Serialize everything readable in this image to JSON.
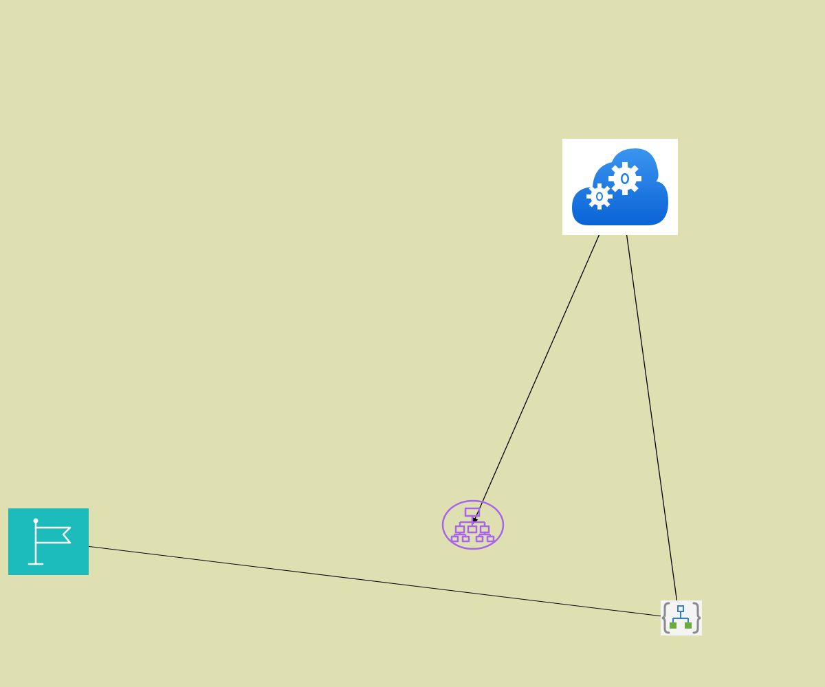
{
  "canvas": {
    "background": "#dfe0b2"
  },
  "nodes": [
    {
      "id": "cloud",
      "icon": "cloud-gears-icon",
      "colors": {
        "fill": "#1f7fe8",
        "fill_dark": "#0a63d6",
        "bg": "#ffffff"
      }
    },
    {
      "id": "flag",
      "icon": "flag-icon",
      "colors": {
        "fill": "#1cbcbc",
        "stroke": "#ffffff"
      }
    },
    {
      "id": "hierarchy",
      "icon": "org-hierarchy-icon",
      "colors": {
        "stroke": "#a766e8"
      }
    },
    {
      "id": "template",
      "icon": "template-braces-hierarchy-icon",
      "colors": {
        "brace": "#8a8a8a",
        "node_blue": "#2f7fd8",
        "node_green": "#6aab3a"
      }
    }
  ],
  "edges": [
    {
      "from": "cloud",
      "to": "hierarchy",
      "arrow": "both"
    },
    {
      "from": "cloud",
      "to": "template",
      "arrow": "both"
    },
    {
      "from": "flag",
      "to": "template",
      "arrow": "end"
    }
  ],
  "edge_color": "#000000"
}
